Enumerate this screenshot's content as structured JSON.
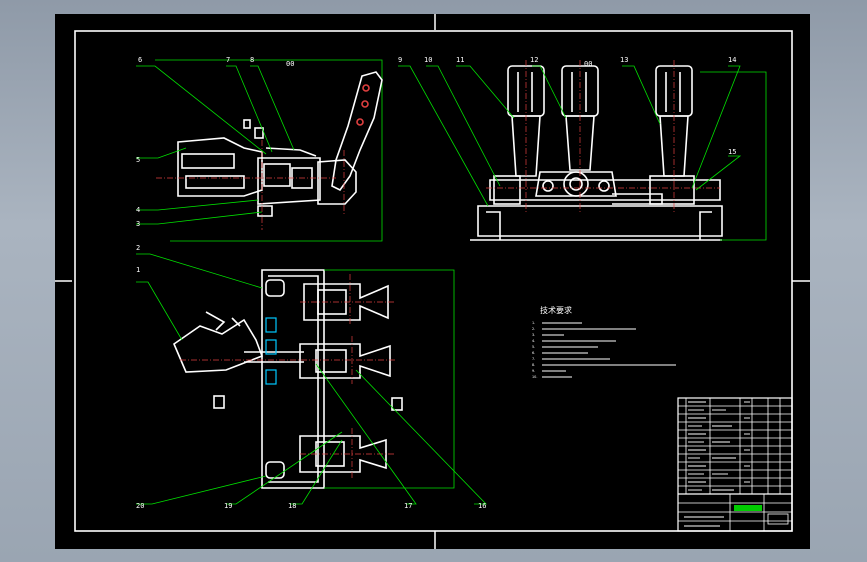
{
  "drawing": {
    "part_numbers": [
      "1",
      "2",
      "3",
      "4",
      "5",
      "6",
      "7",
      "8",
      "9",
      "10",
      "11",
      "12",
      "13",
      "14",
      "15",
      "16",
      "17",
      "18",
      "19",
      "20"
    ],
    "technical_requirements": {
      "title": "技术要求",
      "lines": [
        "1.",
        "2.",
        "3.",
        "4.",
        "5.",
        "6.",
        "7.",
        "8.",
        "9.",
        "10."
      ]
    },
    "side_view_note": "00",
    "front_view_note": "00"
  },
  "colors": {
    "sheet": "#000000",
    "outline": "#ffffff",
    "leader": "#00e000",
    "part_label": "#ffffff",
    "center_line": "#ff3030",
    "hidden": "#e04040",
    "cyan": "#00c8ff",
    "title_green": "#00cc00"
  }
}
